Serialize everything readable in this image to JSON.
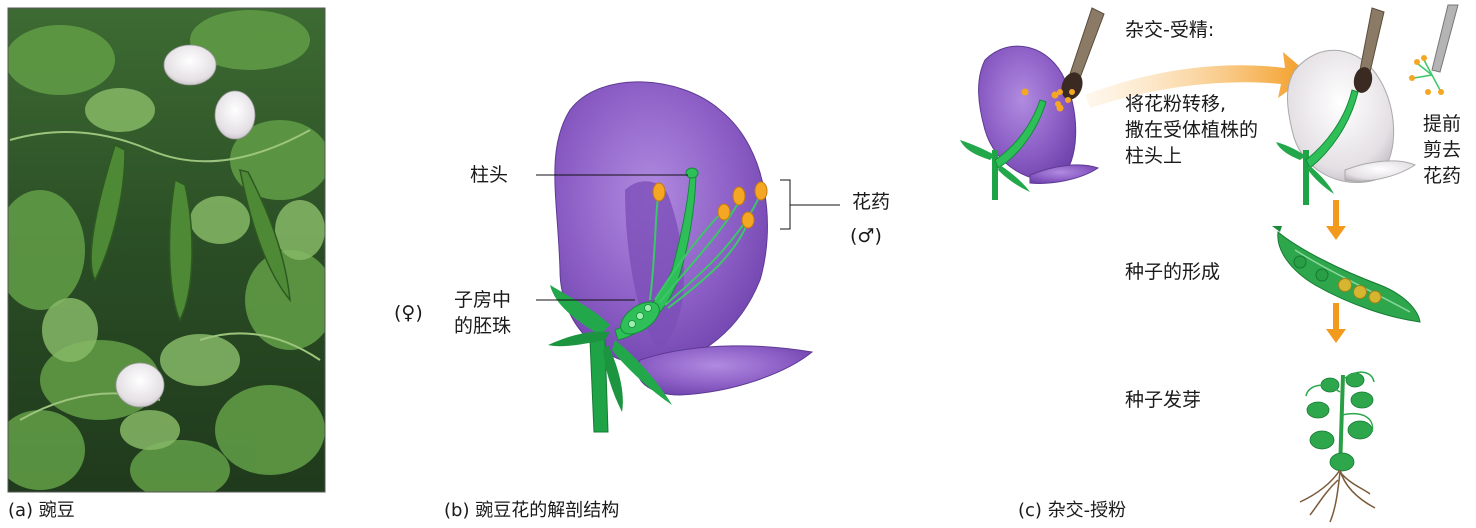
{
  "panel_a": {
    "caption": "(a) 豌豆"
  },
  "panel_b": {
    "caption": "(b) 豌豆花的解剖结构",
    "labels": {
      "stigma": "柱头",
      "anther_line1": "花药",
      "anther_line2": "(♂)",
      "ovule_line1": "子房中",
      "ovule_line2": "的胚珠",
      "female_symbol": "(♀)"
    }
  },
  "panel_c": {
    "caption": "(c) 杂交-授粉",
    "step_cross": "杂交-受精:",
    "transfer_line1": "将花粉转移,",
    "transfer_line2": "撒在受体植株的",
    "transfer_line3": "柱头上",
    "emasculate_line1": "提前",
    "emasculate_line2": "剪去",
    "emasculate_line3": "花药",
    "seed_formation": "种子的形成",
    "germination": "种子发芽"
  },
  "colors": {
    "petal_purple": "#8a5cc4",
    "stem_green": "#1fa347",
    "anther_orange": "#f5a623",
    "arrow_orange": "#f39a1e",
    "leaf_dark": "#2f5a2a"
  }
}
